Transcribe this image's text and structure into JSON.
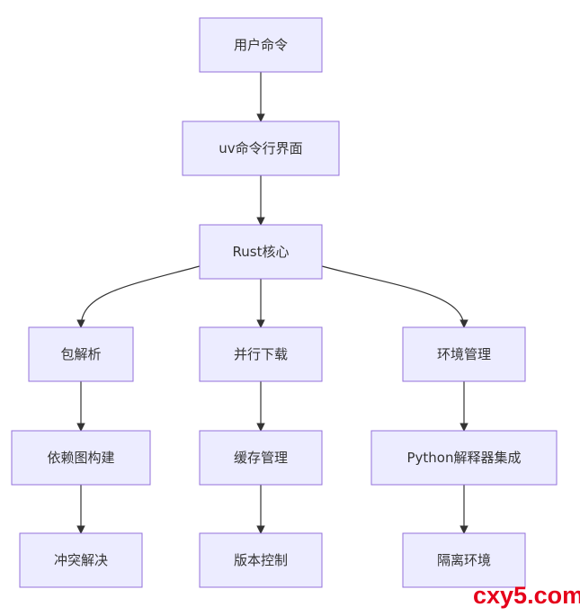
{
  "nodes": {
    "user_cmd": "用户命令",
    "uv_cli": "uv命令行界面",
    "rust_core": "Rust核心",
    "pkg_parse": "包解析",
    "parallel_dl": "并行下载",
    "env_mgmt": "环境管理",
    "dep_graph": "依赖图构建",
    "cache_mgmt": "缓存管理",
    "py_interp": "Python解释器集成",
    "conflict": "冲突解决",
    "version_ctrl": "版本控制",
    "isolated_env": "隔离环境"
  },
  "edges": [
    [
      "user_cmd",
      "uv_cli"
    ],
    [
      "uv_cli",
      "rust_core"
    ],
    [
      "rust_core",
      "pkg_parse"
    ],
    [
      "rust_core",
      "parallel_dl"
    ],
    [
      "rust_core",
      "env_mgmt"
    ],
    [
      "pkg_parse",
      "dep_graph"
    ],
    [
      "dep_graph",
      "conflict"
    ],
    [
      "parallel_dl",
      "cache_mgmt"
    ],
    [
      "cache_mgmt",
      "version_ctrl"
    ],
    [
      "env_mgmt",
      "py_interp"
    ],
    [
      "py_interp",
      "isolated_env"
    ]
  ],
  "colors": {
    "node_fill": "#ececff",
    "node_stroke": "#9370db",
    "edge": "#333333",
    "text": "#333333",
    "watermark": "#e5001a"
  },
  "watermark": "cxy5.com"
}
